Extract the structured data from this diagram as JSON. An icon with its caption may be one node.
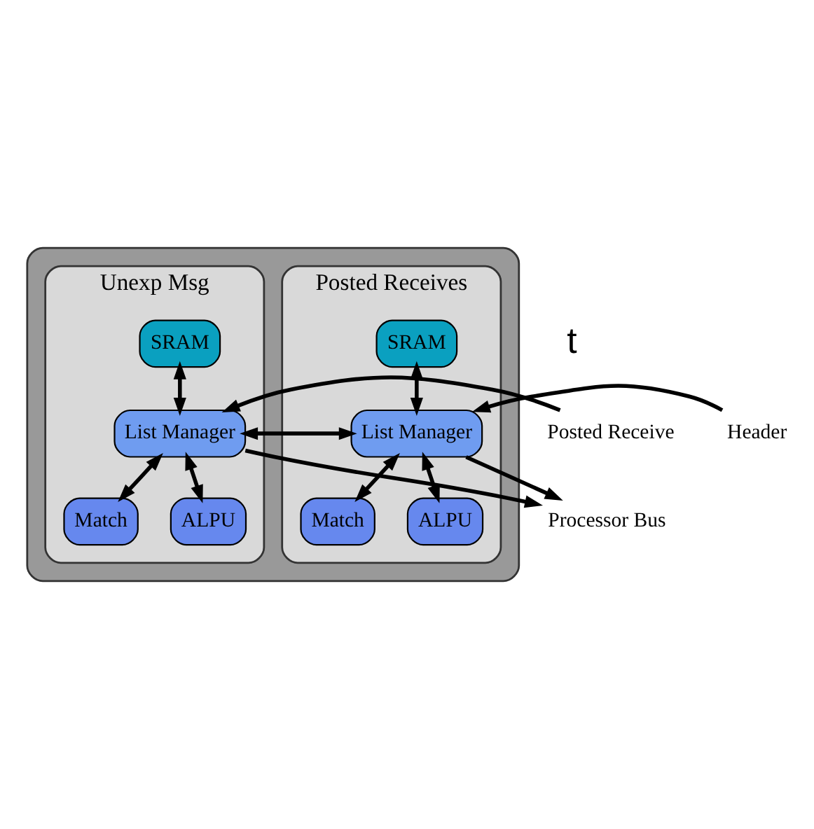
{
  "diagram": {
    "nodes": [
      {
        "text": [],
        "shape": "box"
      },
      {
        "text": [
          "Posted Receives"
        ],
        "in": 0
      },
      {
        "text": [
          "SRAM"
        ],
        "in": 1
      },
      {
        "text": [
          "List Manager"
        ],
        "in": 1
      },
      {
        "text": [
          "Match"
        ],
        "in": 1
      },
      {
        "text": [
          "ALPU"
        ],
        "in": 1
      },
      {
        "text": [
          "Unexp Msg"
        ],
        "in": 0
      },
      {
        "text": [
          "SRAM"
        ],
        "in": 6
      },
      {
        "text": [
          "List Manager"
        ],
        "in": 6
      },
      {
        "text": [
          "Match"
        ],
        "in": 6
      },
      {
        "text": [
          "ALPU"
        ],
        "in": 6
      },
      {
        "text": [
          "Header"
        ]
      },
      {
        "text": [
          "Posted Receive"
        ]
      },
      {
        "text": [
          "Processor Bus"
        ]
      }
    ],
    "edges": [
      {
        "from": 2,
        "to": 3,
        "arrow": "both"
      },
      {
        "from": 3,
        "to": 4,
        "arrow": "both"
      },
      {
        "from": 3,
        "to": 5,
        "arrow": "both"
      },
      {
        "from": 3,
        "to": 8,
        "arrow": "to"
      },
      {
        "from": 8,
        "to": 3,
        "arrow": "to"
      },
      {
        "from": 7,
        "to": 8,
        "arrow": "both"
      },
      {
        "from": 8,
        "to": 9,
        "arrow": "both"
      },
      {
        "from": 8,
        "to": 10,
        "arrow": "both"
      },
      {
        "from": 11,
        "to": 3,
        "arrow": "to"
      },
      {
        "from": 12,
        "to": 8,
        "arrow": "to"
      },
      {
        "from": 3,
        "to": 13,
        "arrow": "to"
      },
      {
        "from": 8,
        "to": 13,
        "arrow": "to"
      }
    ],
    "labels": [
      "t"
    ]
  }
}
